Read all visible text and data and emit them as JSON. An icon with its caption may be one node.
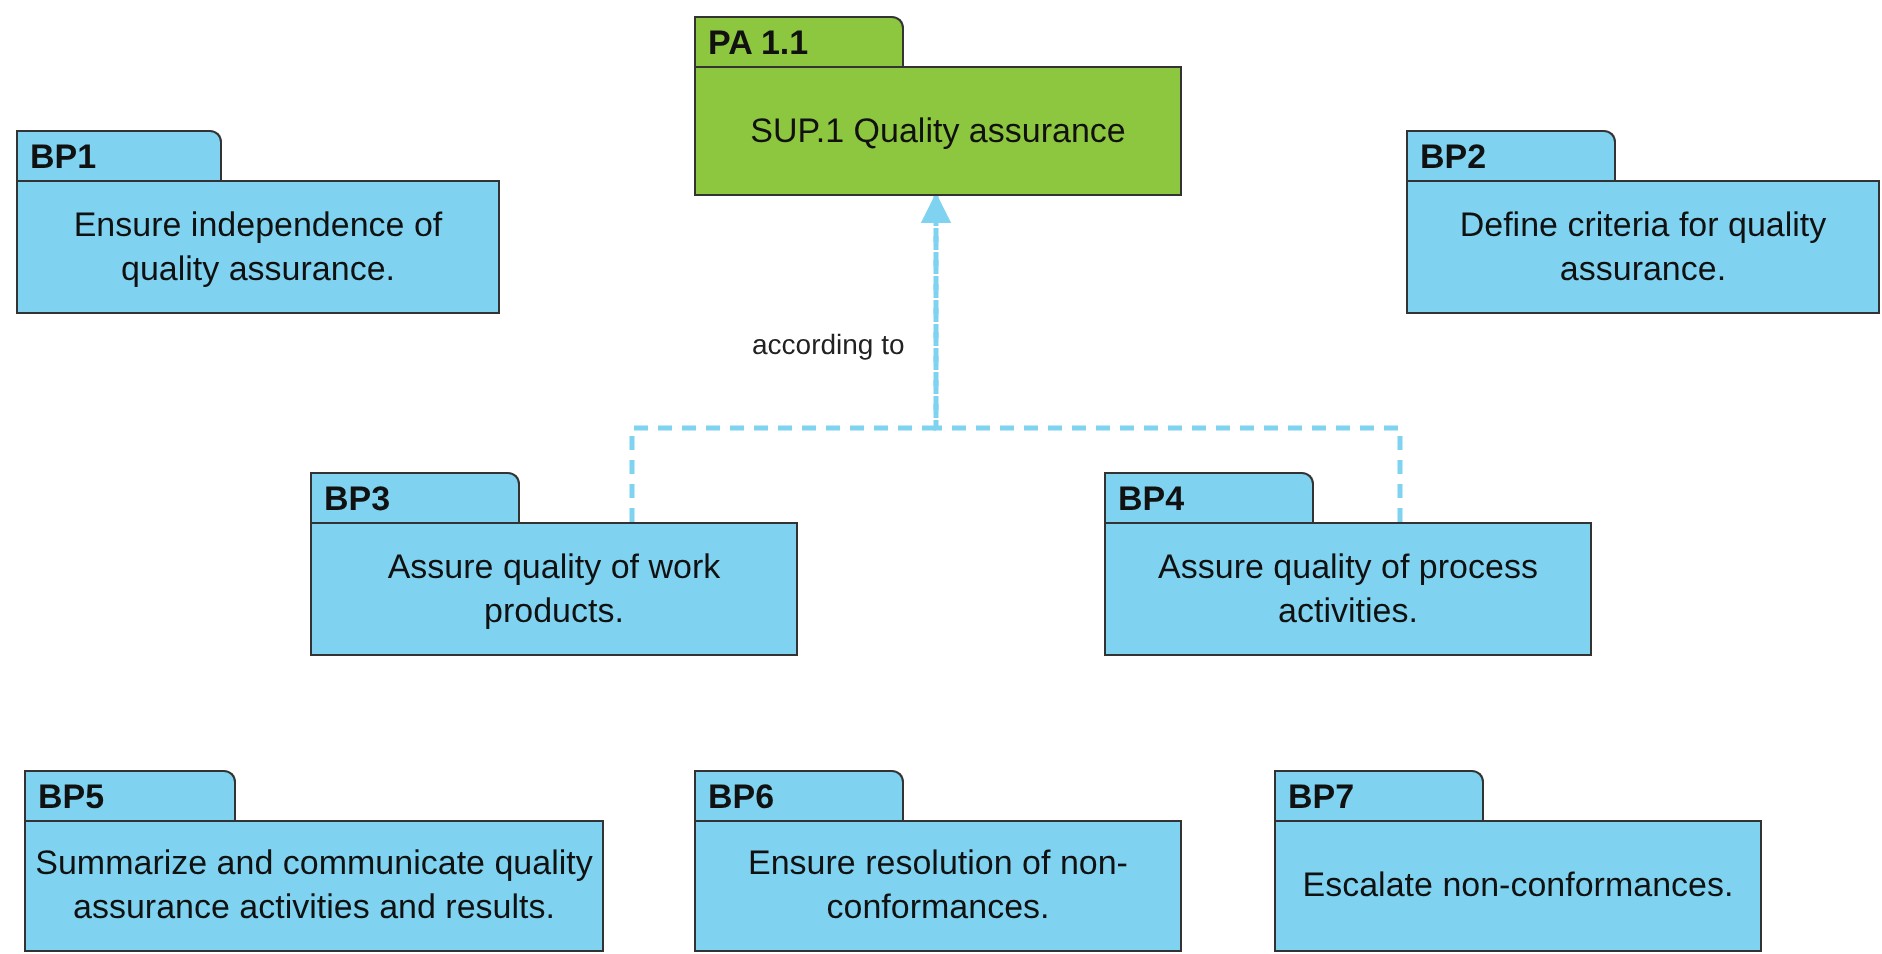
{
  "diagram": {
    "nodes": [
      {
        "text": [
          "PA 1.1",
          "SUP.1 Quality assurance"
        ]
      },
      {
        "text": [
          "BP1",
          "Ensure independence of quality assurance."
        ]
      },
      {
        "text": [
          "BP2",
          "Define criteria for quality assurance."
        ]
      },
      {
        "text": [
          "BP3",
          "Assure quality of work products."
        ]
      },
      {
        "text": [
          "BP4",
          "Assure quality of process activities."
        ]
      },
      {
        "text": [
          "BP5",
          "Summarize and communicate quality assurance activities and results."
        ]
      },
      {
        "text": [
          "BP6",
          "Ensure resolution of non-conformances."
        ]
      },
      {
        "text": [
          "BP7",
          "Escalate non-conformances."
        ]
      }
    ],
    "edges": [
      {
        "from": 3,
        "to": 0,
        "arrow": "to",
        "label": "according to",
        "style": "dashed",
        "color": "#7fd3f0"
      },
      {
        "from": 4,
        "to": 0,
        "arrow": "to",
        "style": "dashed",
        "color": "#7fd3f0"
      }
    ]
  }
}
